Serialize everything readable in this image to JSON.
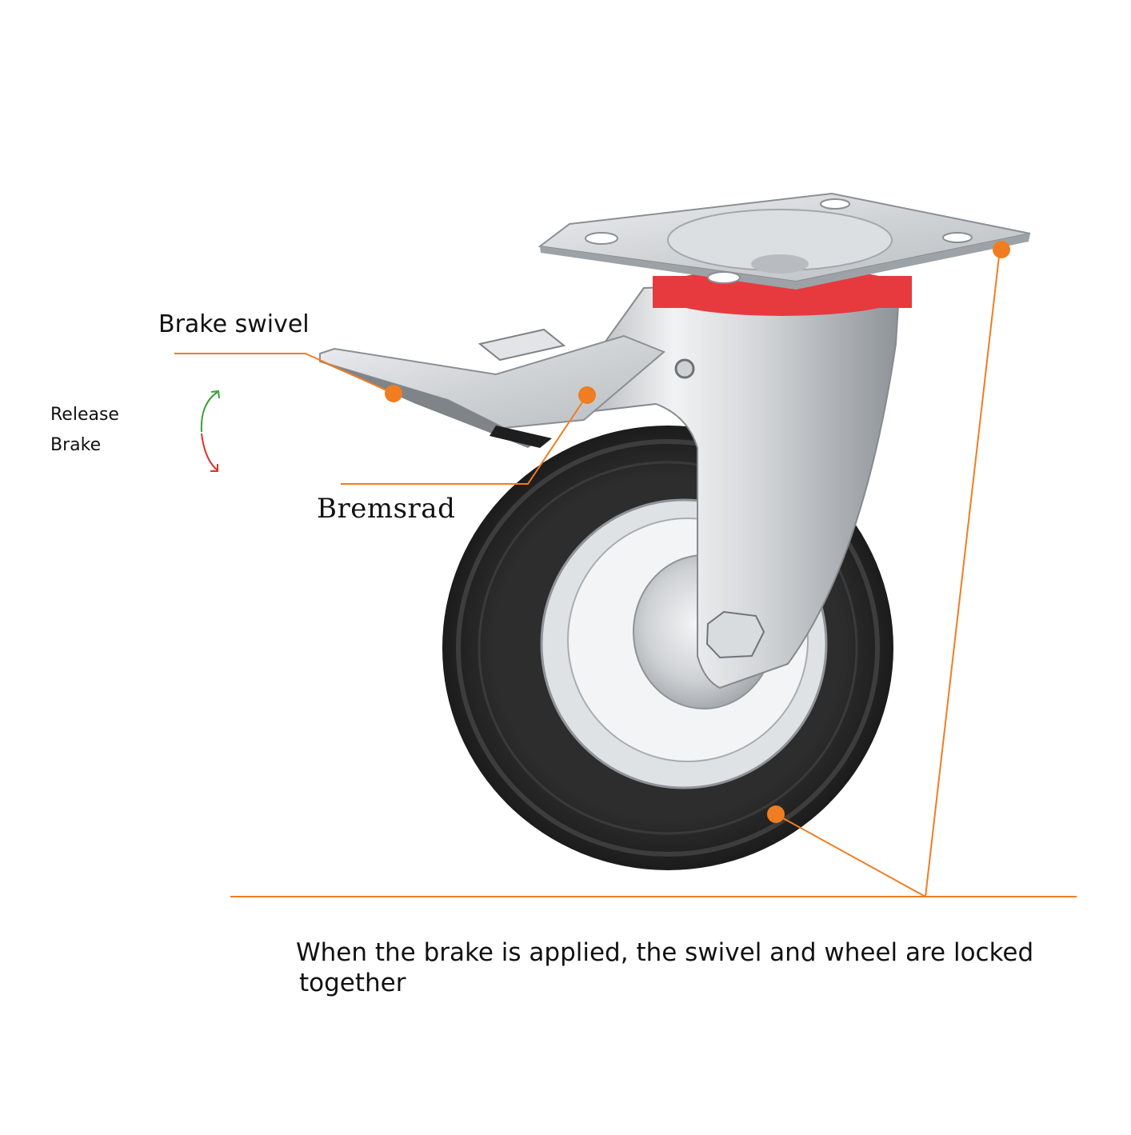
{
  "labels": {
    "brake_swivel": "Brake swivel",
    "release": "Release",
    "brake": "Brake",
    "bremsrad": "Bremsrad"
  },
  "caption": {
    "line1": "When the brake is applied, the swivel and wheel are locked",
    "line2": "together"
  },
  "colors": {
    "accent": "#f07d22",
    "release_arrow": "#3aa13a",
    "brake_arrow": "#d8352a",
    "tire": "#232323",
    "metal": "#c9ccd0",
    "bearing_ring": "#e63a3f",
    "background": "#ffffff"
  }
}
